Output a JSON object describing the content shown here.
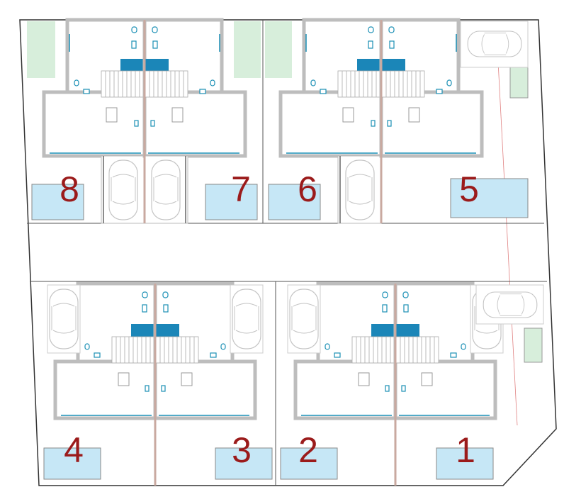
{
  "plan": {
    "units": [
      {
        "label": "8",
        "row": "top",
        "side": "left",
        "garage": true
      },
      {
        "label": "7",
        "row": "top",
        "side": "right",
        "garage": true
      },
      {
        "label": "6",
        "row": "top",
        "side": "left",
        "garage": true
      },
      {
        "label": "5",
        "row": "top",
        "side": "right",
        "garage": false
      },
      {
        "label": "4",
        "row": "bottom",
        "side": "left",
        "garage": false
      },
      {
        "label": "3",
        "row": "bottom",
        "side": "right",
        "garage": false
      },
      {
        "label": "2",
        "row": "bottom",
        "side": "left",
        "garage": false
      },
      {
        "label": "1",
        "row": "bottom",
        "side": "right",
        "garage": false
      }
    ],
    "colors": {
      "number": "#9b1b1b",
      "pool": "#c6e7f6",
      "garden": "#d7eedb",
      "stair_band": "#1b86b8",
      "wall": "#bdbdbd",
      "boundary": "#333333",
      "setback_line": "#e08080"
    }
  }
}
